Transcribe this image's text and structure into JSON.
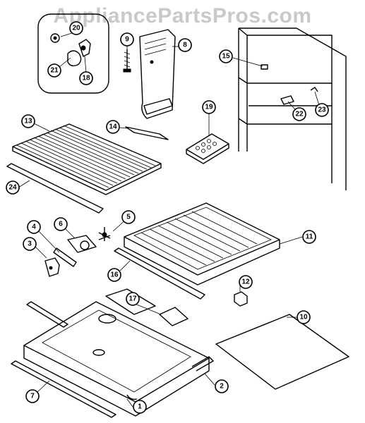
{
  "watermark": "AppliancePartsPros.com",
  "callouts": [
    "20",
    "21",
    "18",
    "9",
    "8",
    "15",
    "13",
    "14",
    "19",
    "22",
    "23",
    "24",
    "4",
    "6",
    "5",
    "11",
    "3",
    "16",
    "12",
    "17",
    "10",
    "7",
    "2",
    "1"
  ]
}
